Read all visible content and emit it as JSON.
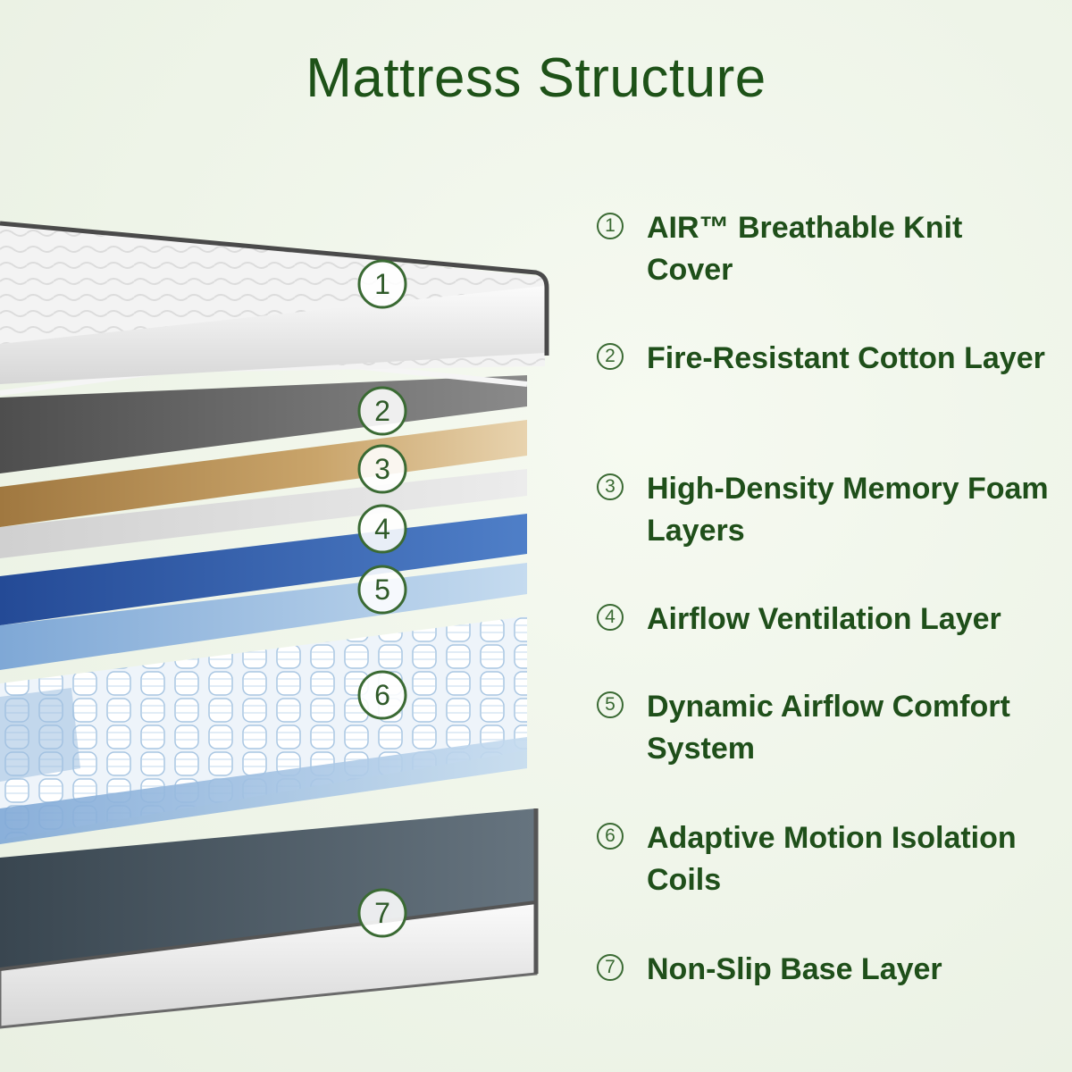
{
  "title": "Mattress Structure",
  "markers": [
    "1",
    "2",
    "3",
    "4",
    "5",
    "6",
    "7"
  ],
  "layers": [
    {
      "num": "1",
      "label": "AIR™ Breathable Knit Cover"
    },
    {
      "num": "2",
      "label": "Fire-Resistant Cotton Layer"
    },
    {
      "num": "3",
      "label": "High-Density Memory Foam Layers"
    },
    {
      "num": "4",
      "label": "Airflow Ventilation Layer"
    },
    {
      "num": "5",
      "label": "Dynamic Airflow Comfort System"
    },
    {
      "num": "6",
      "label": "Adaptive Motion Isolation Coils"
    },
    {
      "num": "7",
      "label": "Non-Slip Base Layer"
    }
  ],
  "colors": {
    "title": "#1e5218",
    "legend_text": "#1f4f1a",
    "cover": "#f2f2f2",
    "cotton": "#5c5c5c",
    "memory_foam": "#c9a46a",
    "airflow": "#dcdcdc",
    "comfort_system": "#2f5aa8",
    "coils": "#bcd6ee",
    "base": "#3f4a55"
  }
}
